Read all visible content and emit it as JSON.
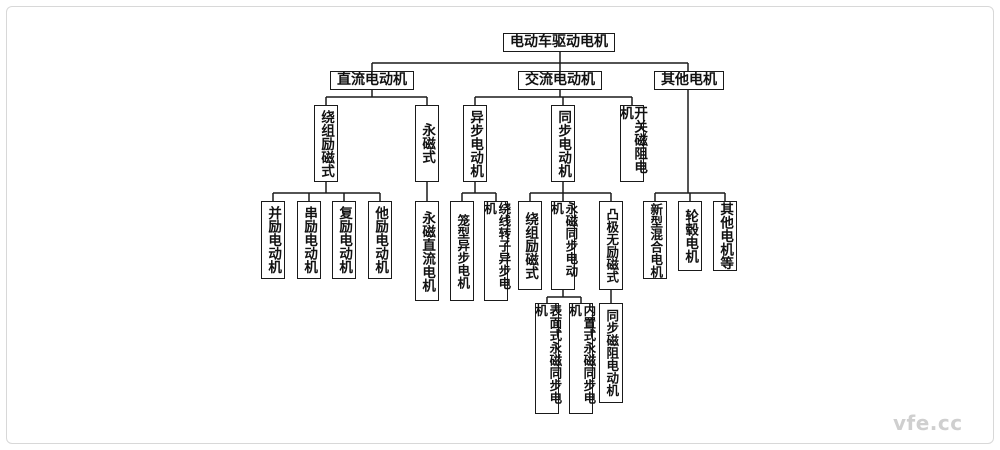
{
  "root": "电动车驱动电机",
  "dc": {
    "title": "直流电动机",
    "wound": "绕组励磁式",
    "pm": "永磁式",
    "wound_children": [
      "并励电动机",
      "串励电动机",
      "复励电动机",
      "他励电动机"
    ],
    "pm_child": "永磁直流电机"
  },
  "ac": {
    "title": "交流电动机",
    "async": "异步电动机",
    "sync": "同步电动机",
    "srm": "开关磁阻电机",
    "async_children": [
      "笼型异步电机",
      "绕线转子异步电机"
    ],
    "sync_children": [
      "绕组励磁式",
      "永磁同步电动机",
      "凸极无励磁式"
    ],
    "pm_sync_children": [
      "表面式永磁同步电机",
      "内置式永磁同步电机"
    ],
    "salient_child": "同步磁阻电动机"
  },
  "other": {
    "title": "其他电机",
    "children": [
      "新型混合电机",
      "轮毂电机",
      "其他电机等"
    ]
  },
  "watermark": "vfe.cc"
}
